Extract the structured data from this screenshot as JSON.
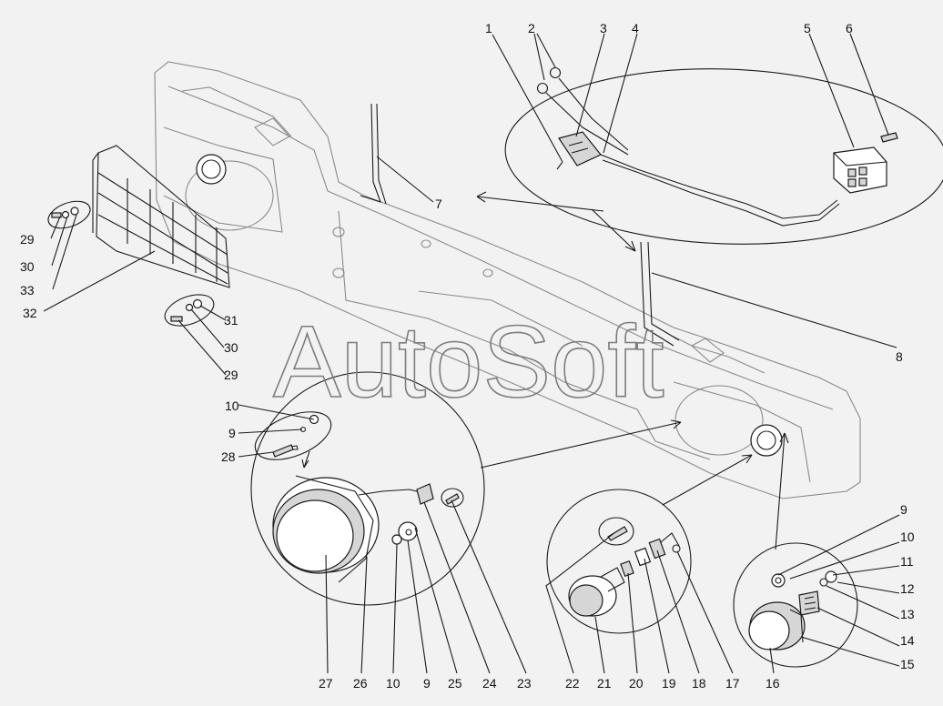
{
  "watermark": "AutoSoft",
  "callouts": [
    "1",
    "2",
    "3",
    "4",
    "5",
    "6",
    "7",
    "8",
    "9",
    "10",
    "11",
    "12",
    "13",
    "14",
    "15",
    "16",
    "17",
    "18",
    "19",
    "20",
    "21",
    "22",
    "23",
    "24",
    "25",
    "26",
    "27",
    "28",
    "29",
    "30",
    "31",
    "32",
    "33"
  ],
  "colors": {
    "line": "#1a1a1a",
    "body_outline": "#8a8a8a",
    "background": "#f2f2f2",
    "part_fill": "#d6d6d6"
  }
}
